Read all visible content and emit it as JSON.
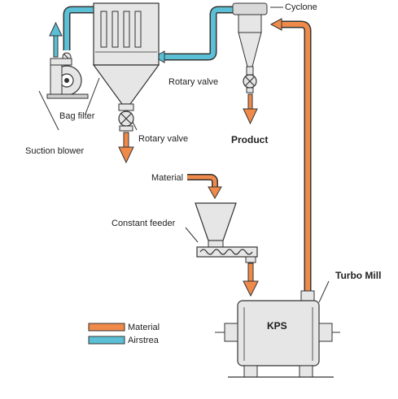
{
  "labels": {
    "cyclone": "Cyclone",
    "rotary_valve_top": "Rotary valve",
    "product": "Product",
    "bag_filter": "Bag filter",
    "suction_blower": "Suction blower",
    "rotary_valve_bottom": "Rotary valve",
    "material": "Material",
    "constant_feeder": "Constant feeder",
    "turbo_mill": "Turbo Mill",
    "kps": "KPS"
  },
  "legend": {
    "items": [
      {
        "label": "Material",
        "color": "#f08a4b"
      },
      {
        "label": "Airstrea",
        "color": "#5bc0d6"
      }
    ]
  },
  "colors": {
    "material": "#f08a4b",
    "air": "#5bc0d6",
    "equipment_fill": "#e6e6e6",
    "equipment_stroke": "#333333"
  }
}
